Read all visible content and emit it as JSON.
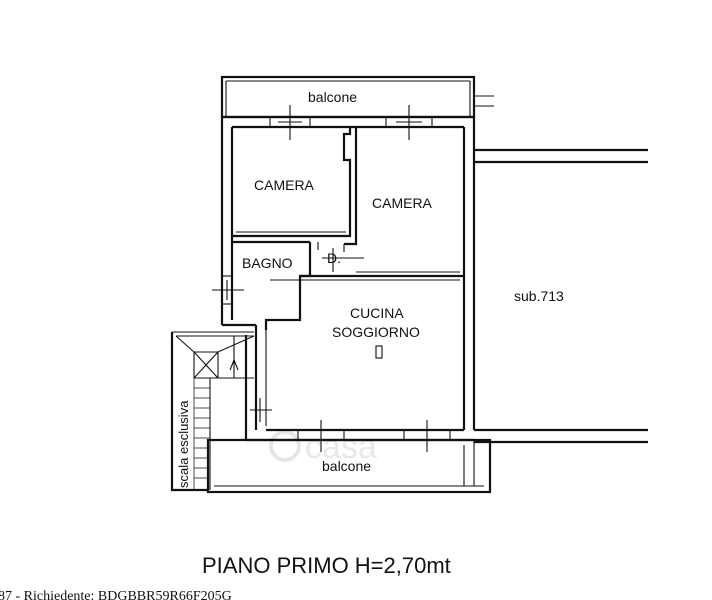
{
  "labels": {
    "balcone_top": "balcone",
    "camera_left": "CAMERA",
    "camera_right": "CAMERA",
    "bagno": "BAGNO",
    "disimpegno": "D.",
    "cucina": "CUCINA",
    "soggiorno": "SOGGIORNO",
    "sub": "sub.713",
    "scala": "scala esclusiva",
    "balcone_bottom": "balcone"
  },
  "watermark": "casa",
  "title": "PIANO PRIMO H=2,70mt",
  "footer": "87 - Richiedente: BDGBBR59R66F205G"
}
